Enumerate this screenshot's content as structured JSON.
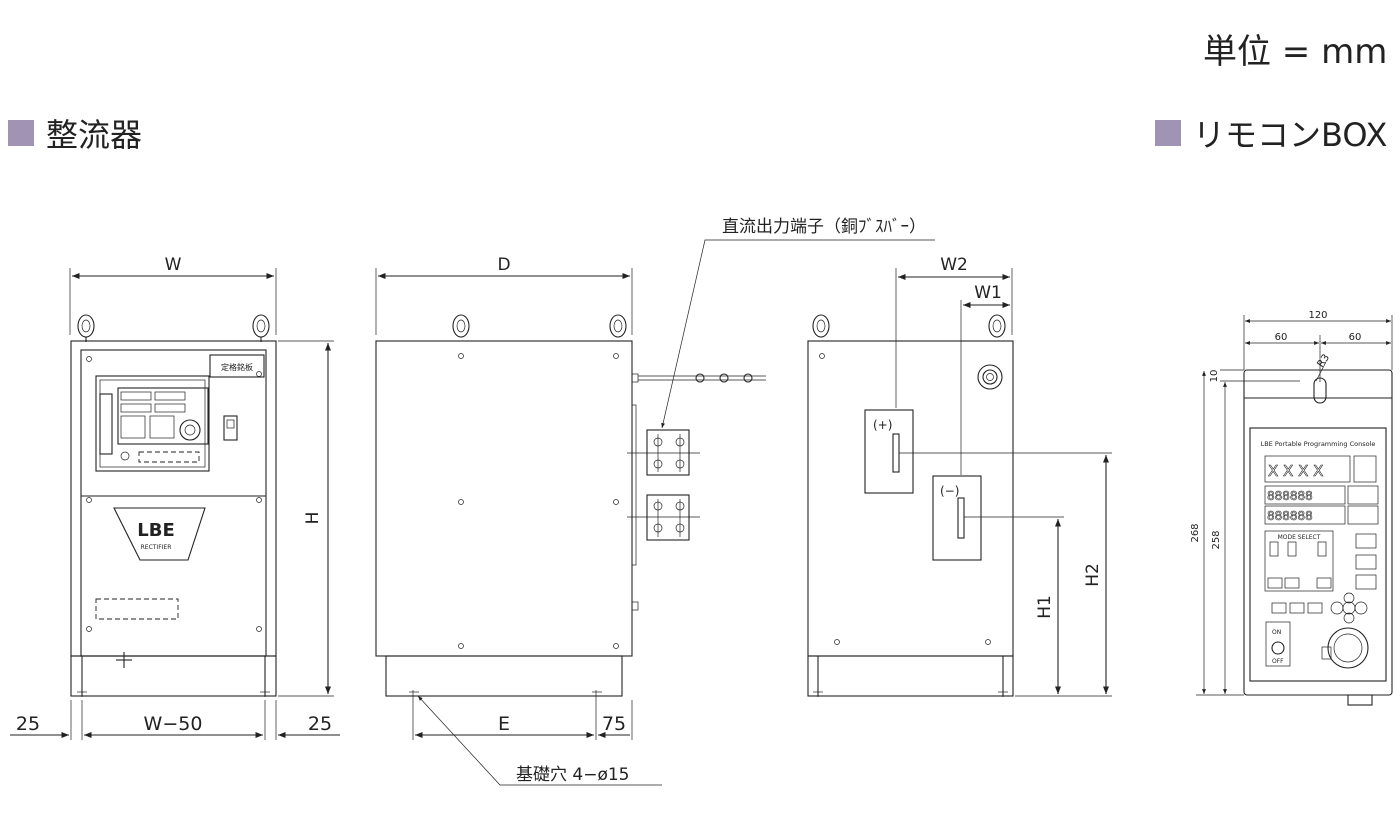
{
  "unit_label": "単位 = mm",
  "sections": {
    "rectifier": "整流器",
    "remote": "リモコンBOX"
  },
  "dims": {
    "W": "W",
    "D": "D",
    "H": "H",
    "W2": "W2",
    "W1": "W1",
    "H1": "H1",
    "H2": "H2",
    "E": "E",
    "W50": "W−50",
    "left25": "25",
    "right25": "25",
    "d75": "75"
  },
  "callouts": {
    "dc_terminal": "直流出力端子（銅ﾌﾞｽﾊﾞｰ）",
    "base_hole": "基礎穴 4−ø15",
    "rating_plate": "定格銘板"
  },
  "polarity": {
    "plus": "(+)",
    "minus": "(−)"
  },
  "remote_dims": {
    "w120": "120",
    "w60a": "60",
    "w60b": "60",
    "r3": "R3",
    "h10": "10",
    "h268": "268",
    "h258": "258"
  },
  "console": {
    "title": "LBE Portable Programming Console",
    "mode_select": "MODE SELECT",
    "on": "ON",
    "off": "OFF"
  },
  "accent": "#a093b3"
}
